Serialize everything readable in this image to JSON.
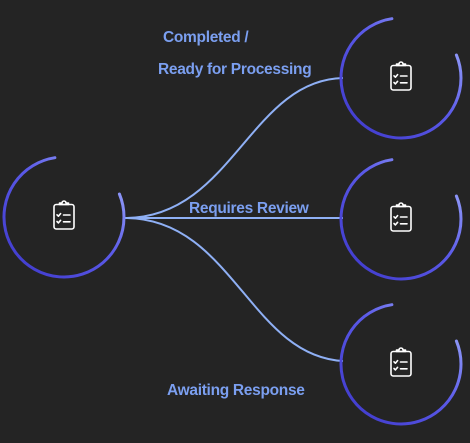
{
  "labels": {
    "completed_line1": "Completed /",
    "completed_line2": "Ready for Processing",
    "requires_review": "Requires Review",
    "awaiting_response": "Awaiting Response"
  },
  "nodes": [
    {
      "id": "source",
      "icon": "clipboard-checklist-icon"
    },
    {
      "id": "completed",
      "icon": "clipboard-checklist-icon"
    },
    {
      "id": "requires-review",
      "icon": "clipboard-checklist-icon"
    },
    {
      "id": "awaiting-response",
      "icon": "clipboard-checklist-icon"
    }
  ],
  "colors": {
    "background": "#242424",
    "label": "#7b9ff0",
    "connector": "#8fb0f5",
    "ring_gradient_start": "#3d37c9",
    "ring_gradient_end": "#a7b6ff",
    "icon": "#ffffff"
  }
}
